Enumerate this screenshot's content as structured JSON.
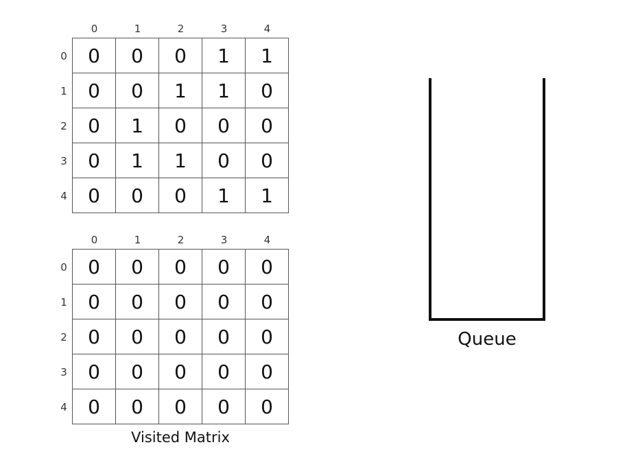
{
  "grid": {
    "column_labels": [
      "0",
      "1",
      "2",
      "3",
      "4"
    ],
    "row_labels": [
      "0",
      "1",
      "2",
      "3",
      "4"
    ],
    "rows": [
      [
        "0",
        "0",
        "0",
        "1",
        "1"
      ],
      [
        "0",
        "0",
        "1",
        "1",
        "0"
      ],
      [
        "0",
        "1",
        "0",
        "0",
        "0"
      ],
      [
        "0",
        "1",
        "1",
        "0",
        "0"
      ],
      [
        "0",
        "0",
        "0",
        "1",
        "1"
      ]
    ]
  },
  "visited": {
    "column_labels": [
      "0",
      "1",
      "2",
      "3",
      "4"
    ],
    "row_labels": [
      "0",
      "1",
      "2",
      "3",
      "4"
    ],
    "rows": [
      [
        "0",
        "0",
        "0",
        "0",
        "0"
      ],
      [
        "0",
        "0",
        "0",
        "0",
        "0"
      ],
      [
        "0",
        "0",
        "0",
        "0",
        "0"
      ],
      [
        "0",
        "0",
        "0",
        "0",
        "0"
      ],
      [
        "0",
        "0",
        "0",
        "0",
        "0"
      ]
    ],
    "caption": "Visited Matrix"
  },
  "queue": {
    "label": "Queue",
    "items": []
  }
}
